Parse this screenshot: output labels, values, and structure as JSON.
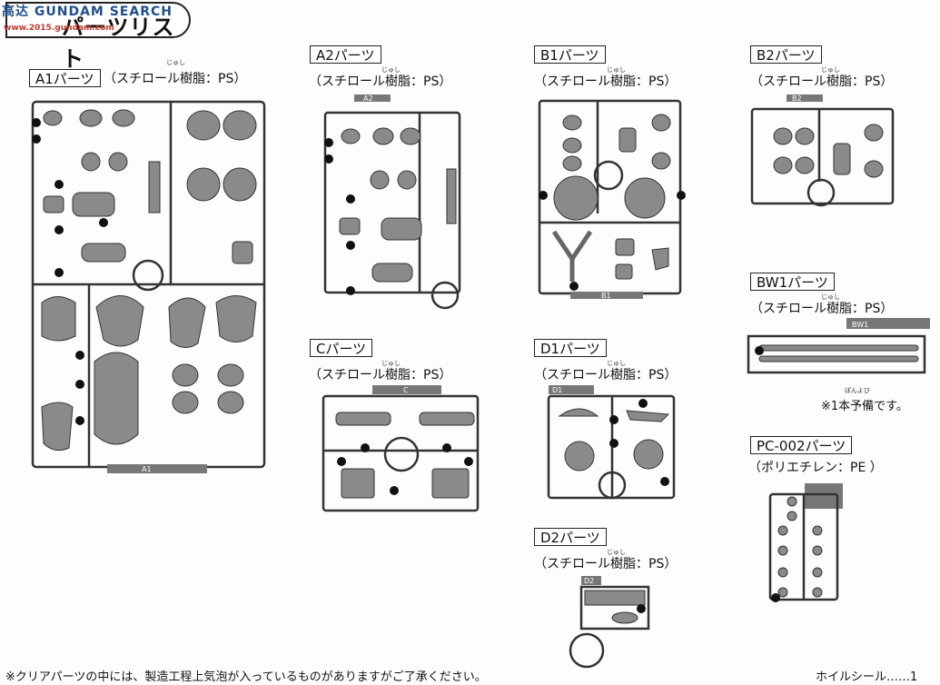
{
  "header": {
    "title": "パーツリスト",
    "watermark_main": "高达 GUNDAM SEARCH",
    "watermark_sub": "www.2015.gundam.com"
  },
  "groups": {
    "a1": {
      "label": "A1パーツ",
      "material": "（スチロール樹脂：PS）",
      "ruby": "じゅし",
      "tag": "A1"
    },
    "a2": {
      "label": "A2パーツ",
      "material": "（スチロール樹脂：PS）",
      "ruby": "じゅし",
      "tag": "A2"
    },
    "b1": {
      "label": "B1パーツ",
      "material": "（スチロール樹脂：PS）",
      "ruby": "じゅし",
      "tag": "B1"
    },
    "b2": {
      "label": "B2パーツ",
      "material": "（スチロール樹脂：PS）",
      "ruby": "じゅし",
      "tag": "B2"
    },
    "bw1": {
      "label": "BW1パーツ",
      "material": "（スチロール樹脂：PS）",
      "ruby": "じゅし",
      "tag": "BW1",
      "note": "※1本予備です。",
      "note_ruby": "ぽんよび"
    },
    "c": {
      "label": "Cパーツ",
      "material": "（スチロール樹脂：PS）",
      "ruby": "じゅし",
      "tag": "C"
    },
    "d1": {
      "label": "D1パーツ",
      "material": "（スチロール樹脂：PS）",
      "ruby": "じゅし",
      "tag": "D1"
    },
    "d2": {
      "label": "D2パーツ",
      "material": "（スチロール樹脂：PS）",
      "ruby": "じゅし",
      "tag": "D2"
    },
    "pc002": {
      "label": "PC-002パーツ",
      "material": "（ポリエチレン：PE ）"
    }
  },
  "footer": {
    "note": "※クリアパーツの中には、製造工程上気泡が入っているものがありますがご了承ください。",
    "seal": "ホイルシール……1"
  }
}
